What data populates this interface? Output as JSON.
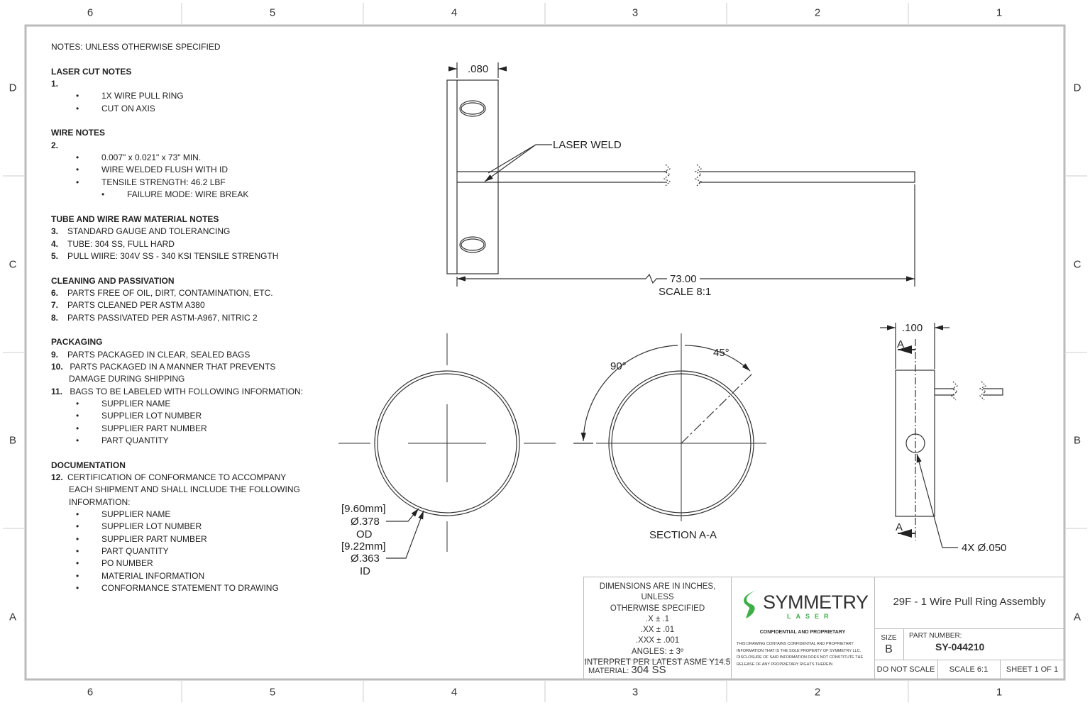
{
  "frame": {
    "columns": [
      "6",
      "5",
      "4",
      "3",
      "2",
      "1"
    ],
    "rows": [
      "D",
      "C",
      "B",
      "A"
    ]
  },
  "notes": {
    "title": "NOTES: UNLESS OTHERWISE SPECIFIED",
    "sections": [
      {
        "heading": "LASER CUT NOTES",
        "lines": [
          {
            "type": "num",
            "num": "1.",
            "text": ""
          },
          {
            "type": "b1",
            "text": "1X WIRE PULL RING"
          },
          {
            "type": "b1",
            "text": "CUT ON AXIS"
          }
        ]
      },
      {
        "heading": "WIRE NOTES",
        "lines": [
          {
            "type": "num",
            "num": "2.",
            "text": ""
          },
          {
            "type": "b1",
            "text": "0.007\" x 0.021\" x 73\" MIN."
          },
          {
            "type": "b1",
            "text": "WIRE WELDED FLUSH WITH ID"
          },
          {
            "type": "b1",
            "text": "TENSILE STRENGTH: 46.2 LBF"
          },
          {
            "type": "b2",
            "text": "FAILURE MODE: WIRE BREAK"
          }
        ]
      },
      {
        "heading": "TUBE AND WIRE RAW MATERIAL NOTES",
        "lines": [
          {
            "type": "num",
            "num": "3.",
            "text": "STANDARD GAUGE AND TOLERANCING"
          },
          {
            "type": "num",
            "num": "4.",
            "text": "TUBE: 304 SS, FULL HARD"
          },
          {
            "type": "num",
            "num": "5.",
            "text": "PULL WIIRE:  304V SS - 340 KSI TENSILE STRENGTH"
          }
        ]
      },
      {
        "heading": "CLEANING AND PASSIVATION",
        "lines": [
          {
            "type": "num",
            "num": "6.",
            "text": "PARTS FREE OF OIL, DIRT, CONTAMINATION, ETC."
          },
          {
            "type": "num",
            "num": "7.",
            "text": "PARTS CLEANED PER ASTM A380"
          },
          {
            "type": "num",
            "num": "8.",
            "text": "PARTS PASSIVATED PER ASTM-A967,  NITRIC 2"
          }
        ]
      },
      {
        "heading": "PACKAGING",
        "lines": [
          {
            "type": "num",
            "num": "9.",
            "text": "PARTS PACKAGED IN CLEAR, SEALED BAGS"
          },
          {
            "type": "num",
            "num": "10.",
            "text": " PARTS PACKAGED IN A MANNER THAT PREVENTS"
          },
          {
            "type": "cont",
            "text": "DAMAGE DURING SHIPPING"
          },
          {
            "type": "num",
            "num": "11.",
            "text": " BAGS TO BE LABELED WITH FOLLOWING INFORMATION:"
          },
          {
            "type": "b1",
            "text": "SUPPLIER NAME"
          },
          {
            "type": "b1",
            "text": "SUPPLIER LOT NUMBER"
          },
          {
            "type": "b1",
            "text": "SUPPLIER PART NUMBER"
          },
          {
            "type": "b1",
            "text": "PART QUANTITY"
          }
        ]
      },
      {
        "heading": "DOCUMENTATION",
        "lines": [
          {
            "type": "num",
            "num": "12.",
            "text": "CERTIFICATION OF CONFORMANCE TO ACCOMPANY"
          },
          {
            "type": "cont",
            "text": "EACH SHIPMENT AND SHALL INCLUDE THE FOLLOWING"
          },
          {
            "type": "cont",
            "text": "INFORMATION:"
          },
          {
            "type": "b1",
            "text": "SUPPLIER NAME"
          },
          {
            "type": "b1",
            "text": "SUPPLIER LOT NUMBER"
          },
          {
            "type": "b1",
            "text": "SUPPLIER PART NUMBER"
          },
          {
            "type": "b1",
            "text": "PART QUANTITY"
          },
          {
            "type": "b1",
            "text": "PO NUMBER"
          },
          {
            "type": "b1",
            "text": "MATERIAL INFORMATION"
          },
          {
            "type": "b1",
            "text": "CONFORMANCE STATEMENT TO DRAWING"
          }
        ]
      }
    ]
  },
  "views": {
    "top": {
      "tube_thickness": ".080",
      "weld_label": "LASER WELD",
      "length": "73.00",
      "scale": "SCALE 8:1"
    },
    "end": {
      "od_mm": "[9.60mm]",
      "od": "Ø.378",
      "od_label": "OD",
      "id_mm": "[9.22mm]",
      "id": "Ø.363",
      "id_label": "ID"
    },
    "section": {
      "angle1": "90°",
      "angle2": "45°",
      "label": "SECTION A-A"
    },
    "side": {
      "width": ".100",
      "section_mark": "A",
      "holes": "4X  Ø.050"
    }
  },
  "title_block": {
    "tolerances": [
      "DIMENSIONS ARE IN INCHES, UNLESS",
      "OTHERWISE SPECIFIED",
      ".X ± .1",
      ".XX ± .01",
      ".XXX ± .001",
      "ANGLES: ± 3º",
      "INTERPRET PER LATEST ASME Y14.5"
    ],
    "material_label": "MATERIAL:",
    "material": "304 SS",
    "logo_main": "SYMMETRY",
    "logo_sub": "LASER",
    "confidential_title": "CONFIDENTIAL AND PROPRIETARY",
    "confidential_text": "THIS DRAWING CONTAINS CONFIDENTIAL AND PROPRIETARY INFORMATION THAT IS THE SOLE PROPERTY OF SYMMETRY LLC. DISCLOSURE OF SAID INFORMATION DOES NOT CONSTITUTE THE RELEASE OF ANY PROPRIETARY RIGHTS THEREIN",
    "title": "29F - 1 Wire Pull Ring Assembly",
    "size_label": "SIZE",
    "size": "B",
    "part_number_label": "PART NUMBER:",
    "part_number": "SY-044210",
    "do_not_scale": "DO NOT SCALE",
    "scale": "SCALE 6:1",
    "sheet": "SHEET 1 OF 1"
  },
  "colors": {
    "logo_green": "#3fae49",
    "line": "#333333"
  }
}
